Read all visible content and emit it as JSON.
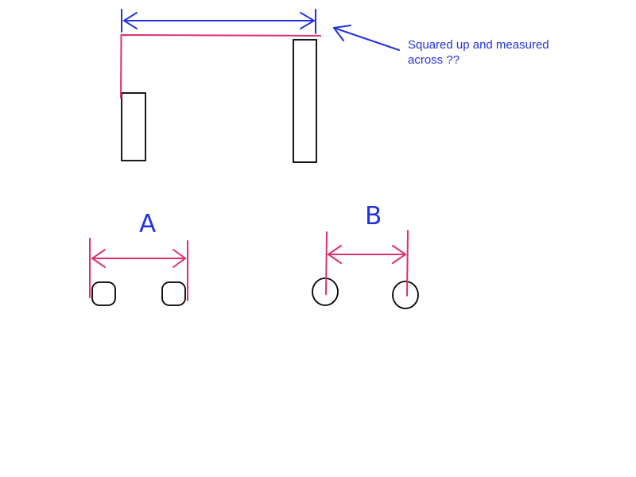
{
  "diagram": {
    "annotation": {
      "line1": "Squared up and measured",
      "line2": "across ??"
    },
    "label_a": "A",
    "label_b": "B"
  },
  "colors": {
    "blue": "#2233dd",
    "pink": "#e0306a",
    "black": "#000000",
    "background": "#ffffff"
  }
}
